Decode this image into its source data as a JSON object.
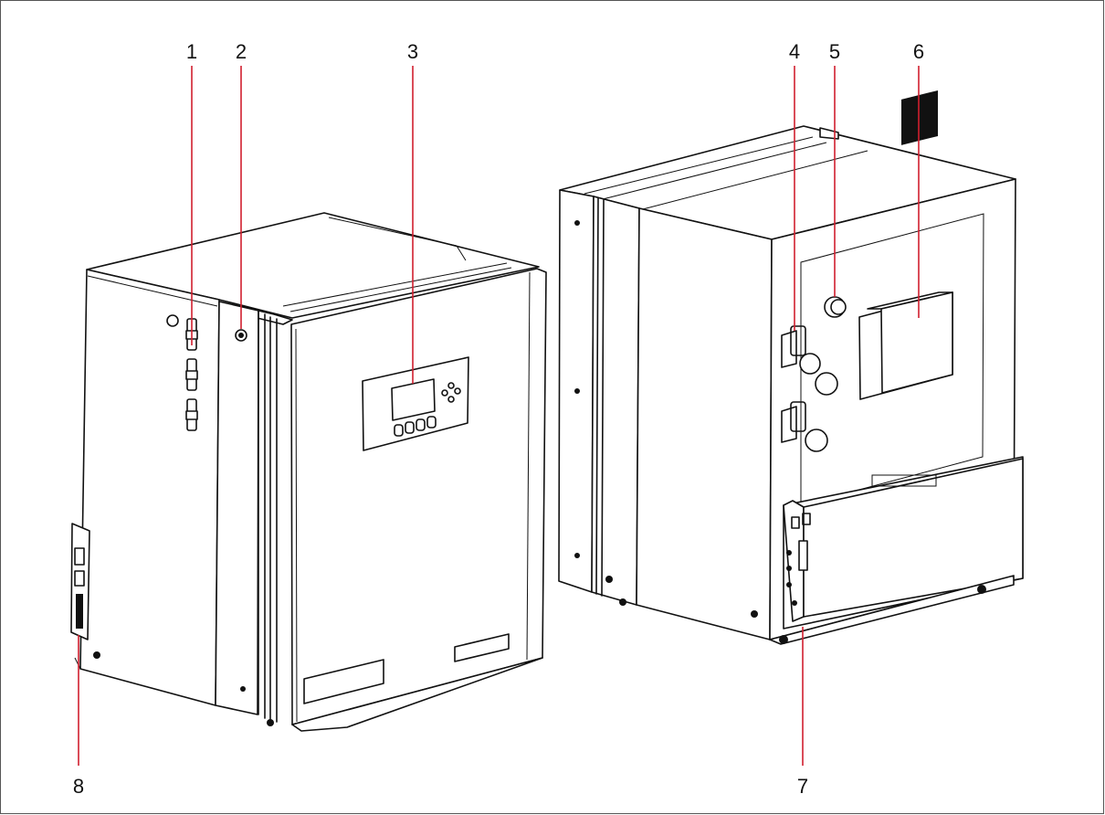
{
  "figure": {
    "callouts": [
      {
        "number": "1"
      },
      {
        "number": "2"
      },
      {
        "number": "3"
      },
      {
        "number": "4"
      },
      {
        "number": "5"
      },
      {
        "number": "6"
      },
      {
        "number": "7"
      },
      {
        "number": "8"
      }
    ],
    "colors": {
      "leader_line": "#d11f2f",
      "outline": "#111111",
      "background": "#ffffff"
    }
  }
}
